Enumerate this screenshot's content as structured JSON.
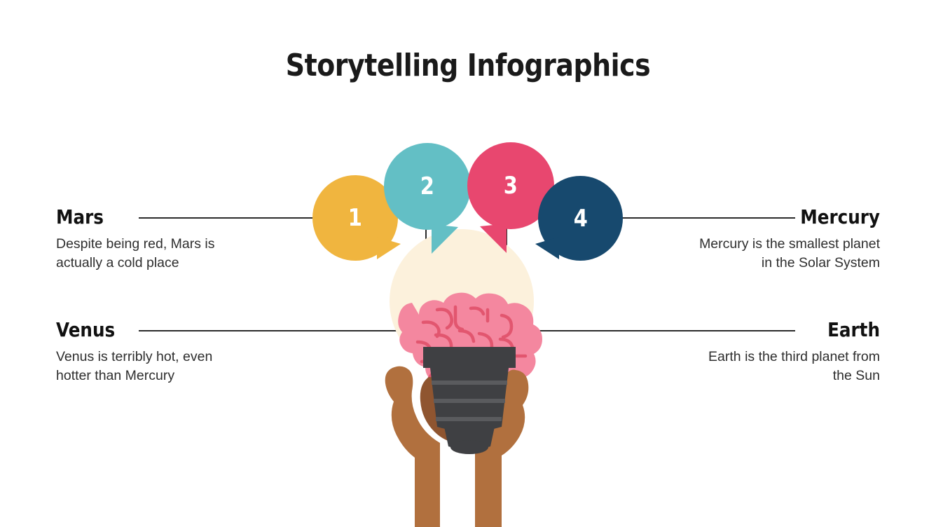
{
  "slide": {
    "title": "Storytelling Infographics",
    "background_color": "#ffffff"
  },
  "bubbles": [
    {
      "number": "1",
      "color": "#f0b53f",
      "tail": "bottom-right"
    },
    {
      "number": "2",
      "color": "#63bfc5",
      "tail": "bottom-right"
    },
    {
      "number": "3",
      "color": "#e8476f",
      "tail": "bottom-left"
    },
    {
      "number": "4",
      "color": "#17496e",
      "tail": "bottom-left"
    }
  ],
  "items": [
    {
      "id": "mars",
      "heading": "Mars",
      "body": "Despite being red, Mars is actually a cold place",
      "side": "left",
      "row": "top"
    },
    {
      "id": "mercury",
      "heading": "Mercury",
      "body": "Mercury is the smallest planet in the Solar System",
      "side": "right",
      "row": "top"
    },
    {
      "id": "venus",
      "heading": "Venus",
      "body": "Venus is terribly hot, even hotter than Mercury",
      "side": "left",
      "row": "bottom"
    },
    {
      "id": "earth",
      "heading": "Earth",
      "body": "Earth is the third planet from the Sun",
      "side": "right",
      "row": "bottom"
    }
  ],
  "illustration": {
    "name": "hand-holding-lightbulb-with-brain",
    "glow_color": "#fcf1dc",
    "brain_color": "#f4879f",
    "brain_detail_color": "#e2566f",
    "bulb_base_color": "#3f4043",
    "bulb_thread_color": "#5a5b5e",
    "hand_color": "#b1703e",
    "hand_shadow_color": "#8f5530"
  },
  "colors": {
    "line": "#2b2b2b",
    "heading": "#111111",
    "body": "#2e2e2e"
  }
}
